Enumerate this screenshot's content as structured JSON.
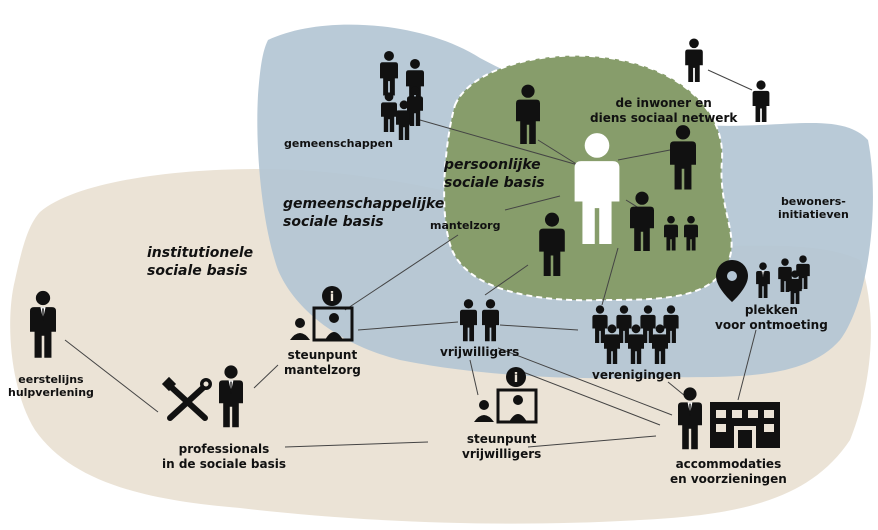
{
  "diagram": {
    "zones": {
      "institutional": {
        "label_line1": "institutionele",
        "label_line2": "sociale basis",
        "color": "#ebe3d6"
      },
      "community": {
        "label_line1": "gemeenschappelijke",
        "label_line2": "sociale basis",
        "color": "#b3c5d4"
      },
      "personal": {
        "label_line1": "persoonlijke",
        "label_line2": "sociale basis",
        "color": "#879d6b"
      }
    },
    "nodes": {
      "inwoner": {
        "line1": "de inwoner en",
        "line2": "diens sociaal netwerk"
      },
      "gemeenschappen": {
        "line1": "gemeenschappen"
      },
      "mantelzorg": {
        "line1": "mantelzorg"
      },
      "bewoners": {
        "line1": "bewoners-",
        "line2": "initiatieven"
      },
      "plekken": {
        "line1": "plekken",
        "line2": "voor ontmoeting"
      },
      "verenigingen": {
        "line1": "verenigingen"
      },
      "vrijwilligers": {
        "line1": "vrijwilligers"
      },
      "steunpunt_mantelzorg": {
        "line1": "steunpunt",
        "line2": "mantelzorg"
      },
      "steunpunt_vrijwilligers": {
        "line1": "steunpunt",
        "line2": "vrijwilligers"
      },
      "eerstelijns": {
        "line1": "eerstelijns",
        "line2": "hulpverlening"
      },
      "professionals": {
        "line1": "professionals",
        "line2": "in de sociale basis"
      },
      "accommodaties": {
        "line1": "accommodaties",
        "line2": "en voorzieningen"
      }
    },
    "colors": {
      "figure": "#111111",
      "person_center": "#ffffff",
      "line": "#444444"
    }
  }
}
